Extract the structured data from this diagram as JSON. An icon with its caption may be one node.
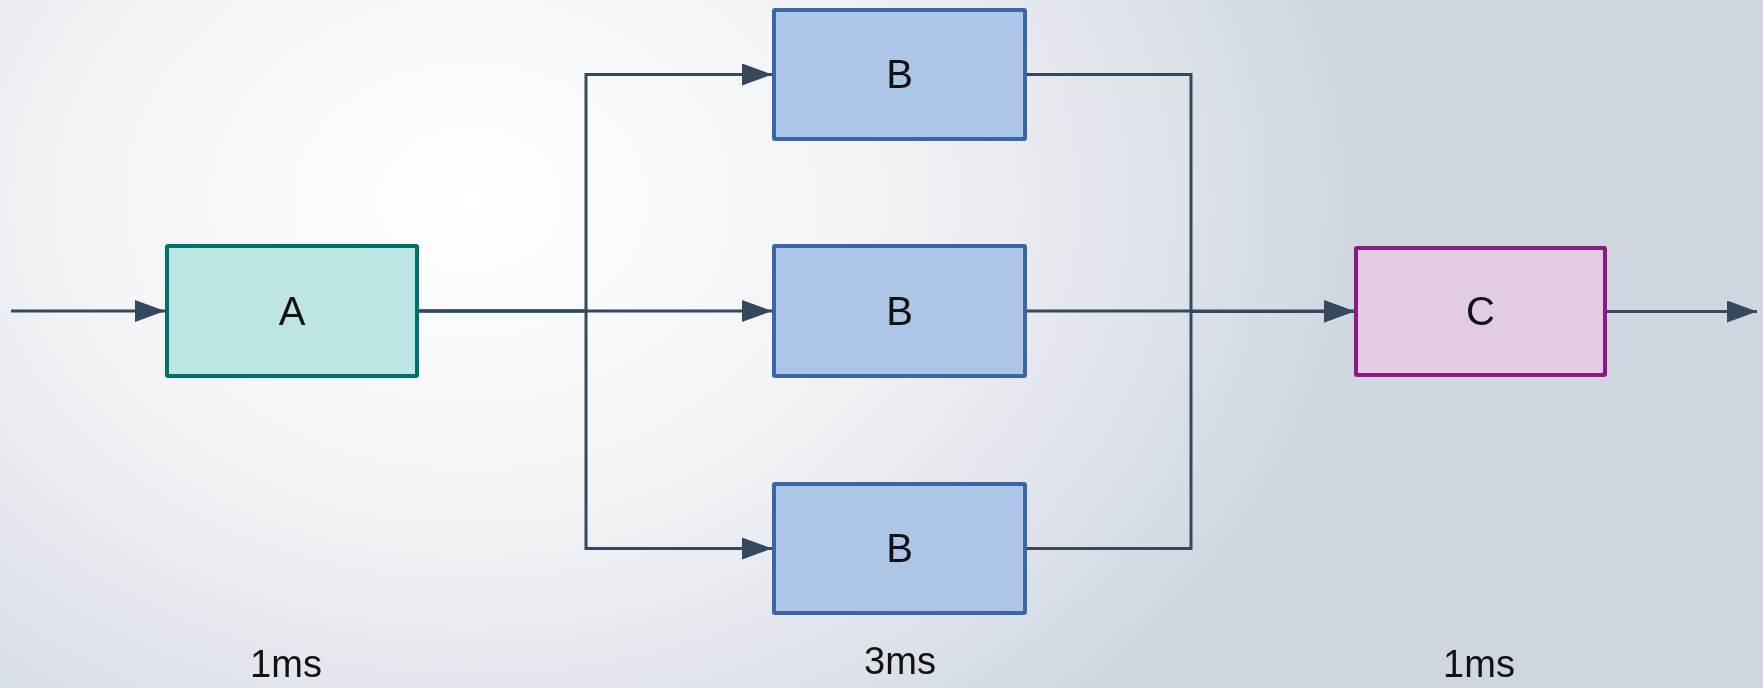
{
  "diagram": {
    "nodes": [
      {
        "text": [
          "A"
        ]
      },
      {
        "text": [
          "B"
        ]
      },
      {
        "text": [
          "B"
        ]
      },
      {
        "text": [
          "B"
        ]
      },
      {
        "text": [
          "C"
        ]
      }
    ],
    "edges": [
      {
        "from": null,
        "to": 0,
        "arrow": "to"
      },
      {
        "from": 0,
        "to": 1,
        "arrow": "to"
      },
      {
        "from": 0,
        "to": 2,
        "arrow": "to"
      },
      {
        "from": 0,
        "to": 3,
        "arrow": "to"
      },
      {
        "from": 1,
        "to": 4,
        "arrow": "to"
      },
      {
        "from": 2,
        "to": 4,
        "arrow": "to"
      },
      {
        "from": 3,
        "to": 4,
        "arrow": "to"
      },
      {
        "from": 4,
        "to": null,
        "arrow": "to"
      }
    ],
    "labels": [
      "1ms",
      "3ms",
      "1ms"
    ]
  }
}
